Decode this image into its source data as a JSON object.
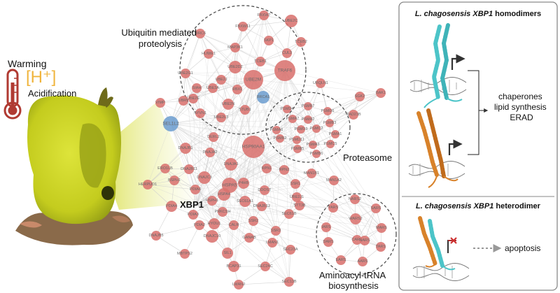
{
  "stressors": {
    "warming": "Warming",
    "h_plus": "[H⁺]",
    "acidification": "Acidification"
  },
  "cluster_labels": {
    "ubiquitin": [
      "Ubiquitin mediated",
      "proteolysis"
    ],
    "proteasome": "Proteasome",
    "trna": [
      "Aminoacyl-tRNA",
      "biosynthesis"
    ]
  },
  "hub_label": "XBP1",
  "panel_top": {
    "title_italic": "L. chagosensis XBP1",
    "title_rest": " homodimers",
    "outcomes": [
      "chaperones",
      "lipid synthesis",
      "ERAD"
    ]
  },
  "panel_bottom": {
    "title_italic": "L. chagosensis XBP1",
    "title_rest": " heterodimer",
    "outcome": "apoptosis"
  },
  "colors": {
    "node_red": "#d9736f",
    "node_blue": "#6f9fd0",
    "edge_gray": "#cfcfcf",
    "helix_cyan": "#4cc4c8",
    "helix_orange": "#d8822a",
    "sponge_yellow": "#c9d226",
    "thermo_red": "#b03a32",
    "h_plus_gold": "#f0b43c",
    "panel_border": "#8a8a8a"
  },
  "nodes": [
    {
      "label": "FBXW7",
      "color": "red"
    },
    {
      "label": "UBE2C",
      "color": "red"
    },
    {
      "label": "FBXW11",
      "color": "red"
    },
    {
      "label": "BIRC6",
      "color": "red"
    },
    {
      "label": "SKP1",
      "color": "red"
    },
    {
      "label": "TCEB2",
      "color": "red"
    },
    {
      "label": "MAP3K1",
      "color": "red"
    },
    {
      "label": "CUL3",
      "color": "red"
    },
    {
      "label": "HUWE1",
      "color": "red"
    },
    {
      "label": "UBE2D2",
      "color": "red"
    },
    {
      "label": "TCEB1",
      "color": "red"
    },
    {
      "label": "TRAF6",
      "color": "red"
    },
    {
      "label": "UBE2G1",
      "color": "red"
    },
    {
      "label": "UBE2M",
      "color": "red"
    },
    {
      "label": "UBE2J",
      "color": "red"
    },
    {
      "label": "SIAH",
      "color": "red"
    },
    {
      "label": "RBX1",
      "color": "red"
    },
    {
      "label": "UBE3A",
      "color": "red"
    },
    {
      "label": "UBE2E",
      "color": "red"
    },
    {
      "label": "UBE2N",
      "color": "red"
    },
    {
      "label": "BRCA1",
      "color": "blue"
    },
    {
      "label": "UBR5",
      "color": "red"
    },
    {
      "label": "SYVN1",
      "color": "red"
    },
    {
      "label": "UBE2L3",
      "color": "red"
    },
    {
      "label": "STUB1",
      "color": "red"
    },
    {
      "label": "UBQLN1",
      "color": "red"
    },
    {
      "label": "SGK2",
      "color": "red"
    },
    {
      "label": "BAK1",
      "color": "red"
    },
    {
      "label": "RAD23B",
      "color": "red"
    },
    {
      "label": "PSMD4",
      "color": "red"
    },
    {
      "label": "PSMB7",
      "color": "red"
    },
    {
      "label": "PSMD6",
      "color": "red"
    },
    {
      "label": "PSMA7",
      "color": "red"
    },
    {
      "label": "PSMA2",
      "color": "red"
    },
    {
      "label": "PSMB3",
      "color": "red"
    },
    {
      "label": "PSMD3",
      "color": "red"
    },
    {
      "label": "PSMC2",
      "color": "red"
    },
    {
      "label": "PSMA6",
      "color": "red"
    },
    {
      "label": "PSMB2",
      "color": "red"
    },
    {
      "label": "PSMD11",
      "color": "red"
    },
    {
      "label": "PSMA1",
      "color": "red"
    },
    {
      "label": "PSMC5",
      "color": "red"
    },
    {
      "label": "PSMA3",
      "color": "red"
    },
    {
      "label": "PSMB5",
      "color": "red"
    },
    {
      "label": "PSMB6",
      "color": "red"
    },
    {
      "label": "VIMP",
      "color": "red"
    },
    {
      "label": "SEL1L2",
      "color": "blue"
    },
    {
      "label": "DERL2",
      "color": "red"
    },
    {
      "label": "DNAJB1",
      "color": "red"
    },
    {
      "label": "HSP90AA1",
      "color": "red"
    },
    {
      "label": "DNAJA2",
      "color": "red"
    },
    {
      "label": "DNAJA1",
      "color": "red"
    },
    {
      "label": "ERO1LB",
      "color": "red"
    },
    {
      "label": "DNAJB11",
      "color": "red"
    },
    {
      "label": "HERPUD1",
      "color": "red"
    },
    {
      "label": "BSPH1",
      "color": "red"
    },
    {
      "label": "DNAJC3",
      "color": "red"
    },
    {
      "label": "PDIA6",
      "color": "red"
    },
    {
      "label": "HSPA5",
      "color": "red"
    },
    {
      "label": "HSPA4",
      "color": "red"
    },
    {
      "label": "P4HB",
      "color": "red"
    },
    {
      "label": "SEC61A1",
      "color": "red"
    },
    {
      "label": "RPN1",
      "color": "red"
    },
    {
      "label": "RPN2",
      "color": "red"
    },
    {
      "label": "DDOST",
      "color": "red"
    },
    {
      "label": "UBE2J1",
      "color": "red"
    },
    {
      "label": "SSR1",
      "color": "red"
    },
    {
      "label": "MAN1B1",
      "color": "red"
    },
    {
      "label": "MAN1A2",
      "color": "red"
    },
    {
      "label": "STT3B",
      "color": "red"
    },
    {
      "label": "PDIA3",
      "color": "red"
    },
    {
      "label": "HSPH1",
      "color": "red"
    },
    {
      "label": "PRKCSH",
      "color": "red"
    },
    {
      "label": "DNAJB12",
      "color": "red"
    },
    {
      "label": "SEC61B",
      "color": "red"
    },
    {
      "label": "SSR2",
      "color": "red"
    },
    {
      "label": "PDIA4",
      "color": "red"
    },
    {
      "label": "DNAJB5",
      "color": "red"
    },
    {
      "label": "HYOU1",
      "color": "red"
    },
    {
      "label": "DNAJC10",
      "color": "red"
    },
    {
      "label": "CALR",
      "color": "red"
    },
    {
      "label": "SSR3",
      "color": "red"
    },
    {
      "label": "GANAB",
      "color": "red"
    },
    {
      "label": "LMAN1",
      "color": "red"
    },
    {
      "label": "SIL1",
      "color": "red"
    },
    {
      "label": "MBTPS2",
      "color": "red"
    },
    {
      "label": "SEC23A",
      "color": "red"
    },
    {
      "label": "BCAP31",
      "color": "red"
    },
    {
      "label": "SEC24C",
      "color": "red"
    },
    {
      "label": "LMAN2",
      "color": "red"
    },
    {
      "label": "SEC13B",
      "color": "red"
    },
    {
      "label": "NARS2",
      "color": "red"
    },
    {
      "label": "YARS",
      "color": "red"
    },
    {
      "label": "SARS",
      "color": "red"
    },
    {
      "label": "WARS2",
      "color": "red"
    },
    {
      "label": "IARS",
      "color": "red"
    },
    {
      "label": "MARS",
      "color": "red"
    },
    {
      "label": "CARS",
      "color": "red"
    },
    {
      "label": "DARS",
      "color": "red"
    },
    {
      "label": "TARS",
      "color": "red"
    },
    {
      "label": "EARS",
      "color": "red"
    },
    {
      "label": "AARS",
      "color": "red"
    },
    {
      "label": "NARS",
      "color": "red"
    },
    {
      "label": "PDIA2",
      "color": "red"
    }
  ]
}
